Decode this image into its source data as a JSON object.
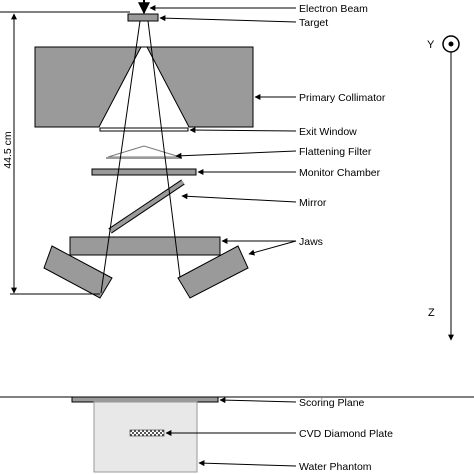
{
  "labels": {
    "electron_beam": "Electron Beam",
    "target": "Target",
    "primary_collimator": "Primary Collimator",
    "exit_window": "Exit Window",
    "flattening_filter": "Flattening Filter",
    "monitor_chamber": "Monitor Chamber",
    "mirror": "Mirror",
    "jaws": "Jaws",
    "scoring_plane": "Scoring Plane",
    "cvd_diamond_plate": "CVD Diamond Plate",
    "water_phantom": "Water Phantom"
  },
  "dimension": {
    "label": "44.5 cm"
  },
  "axes": {
    "y_label": "Y",
    "z_label": "Z"
  },
  "colors": {
    "component_gray": "#9a9a9a",
    "phantom_fill": "#e8e8e8",
    "line": "#000000"
  }
}
